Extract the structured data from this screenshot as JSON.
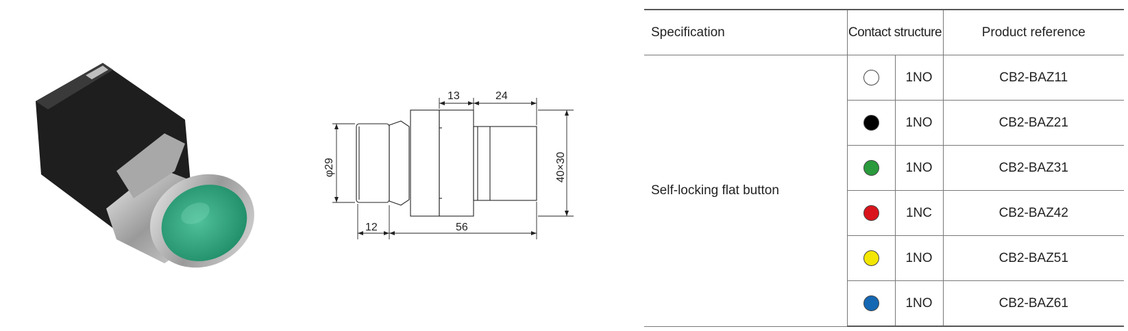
{
  "drawing": {
    "dim_top_left": "13",
    "dim_top_right": "24",
    "dim_diameter": "φ29",
    "dim_height": "40×30",
    "dim_bottom_left": "12",
    "dim_bottom_right": "56"
  },
  "table": {
    "headers": {
      "specification": "Specification",
      "contact_structure": "Contact structure",
      "product_reference": "Product reference"
    },
    "specification": "Self-locking flat button",
    "rows": [
      {
        "color": "#ffffff",
        "icon": "white-dot-icon",
        "contact": "1NO",
        "reference": "CB2-BAZ11"
      },
      {
        "color": "#000000",
        "icon": "black-dot-icon",
        "contact": "1NO",
        "reference": "CB2-BAZ21"
      },
      {
        "color": "#2a9a3c",
        "icon": "green-dot-icon",
        "contact": "1NO",
        "reference": "CB2-BAZ31"
      },
      {
        "color": "#d9141c",
        "icon": "red-dot-icon",
        "contact": "1NC",
        "reference": "CB2-BAZ42"
      },
      {
        "color": "#f3e600",
        "icon": "yellow-dot-icon",
        "contact": "1NO",
        "reference": "CB2-BAZ51"
      },
      {
        "color": "#1467b3",
        "icon": "blue-dot-icon",
        "contact": "1NO",
        "reference": "CB2-BAZ61"
      }
    ]
  }
}
